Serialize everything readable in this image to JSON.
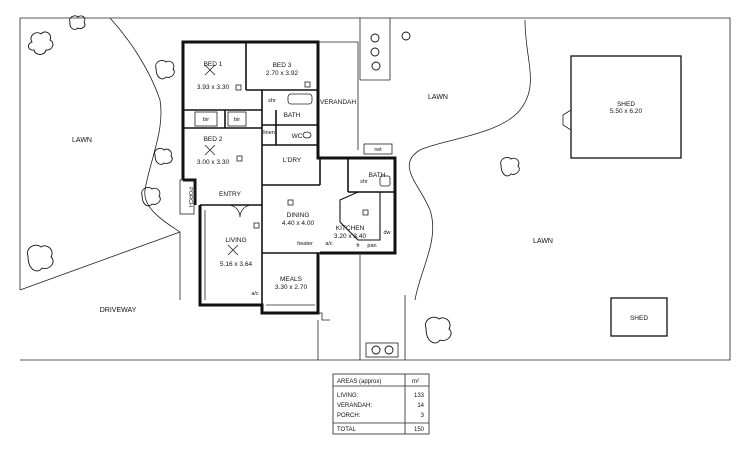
{
  "plan": {
    "outdoor": {
      "lawn_left": "LAWN",
      "lawn_top": "LAWN",
      "lawn_right": "LAWN",
      "driveway": "DRIVEWAY",
      "shed_large": {
        "label": "SHED",
        "dims": "5.50 x 6.20"
      },
      "shed_small": {
        "label": "SHED"
      },
      "verandah": "VERANDAH",
      "porch": "PORCH",
      "rwt": "rwt"
    },
    "rooms": {
      "bed1": {
        "label": "BED 1",
        "dims": "3.93 x 3.30"
      },
      "bed3": {
        "label": "BED 3",
        "dims": "2.70 x 3.92"
      },
      "bed2": {
        "label": "BED 2",
        "dims": "3.00 x 3.30"
      },
      "bath1": {
        "label": "BATH"
      },
      "wc": {
        "label": "WC"
      },
      "ldry": {
        "label": "L'DRY"
      },
      "bath2": {
        "label": "BATH"
      },
      "entry": {
        "label": "ENTRY"
      },
      "dining": {
        "label": "DINING",
        "dims": "4.40 x 4.00"
      },
      "kitchen": {
        "label": "KITCHEN",
        "dims": "3.20 x 3.40"
      },
      "living": {
        "label": "LIVING",
        "dims": "5.16 x 3.64"
      },
      "meals": {
        "label": "MEALS",
        "dims": "3.30 x 2.70"
      }
    },
    "fixtures": {
      "bir1": "bir",
      "bir2": "bir",
      "shr1": "shr",
      "shr2": "shr",
      "linen": "linen",
      "heater": "heater",
      "ac1": "a/c",
      "ac2": "a/c",
      "fr": "fr",
      "pan": "pan",
      "dw": "dw"
    }
  },
  "areas": {
    "title": "AREAS (approx)",
    "unit": "m²",
    "rows": [
      {
        "label": "LIVING:",
        "value": "133"
      },
      {
        "label": "VERANDAH:",
        "value": "14"
      },
      {
        "label": "PORCH:",
        "value": "3"
      }
    ],
    "total": {
      "label": "TOTAL",
      "value": "150"
    }
  }
}
